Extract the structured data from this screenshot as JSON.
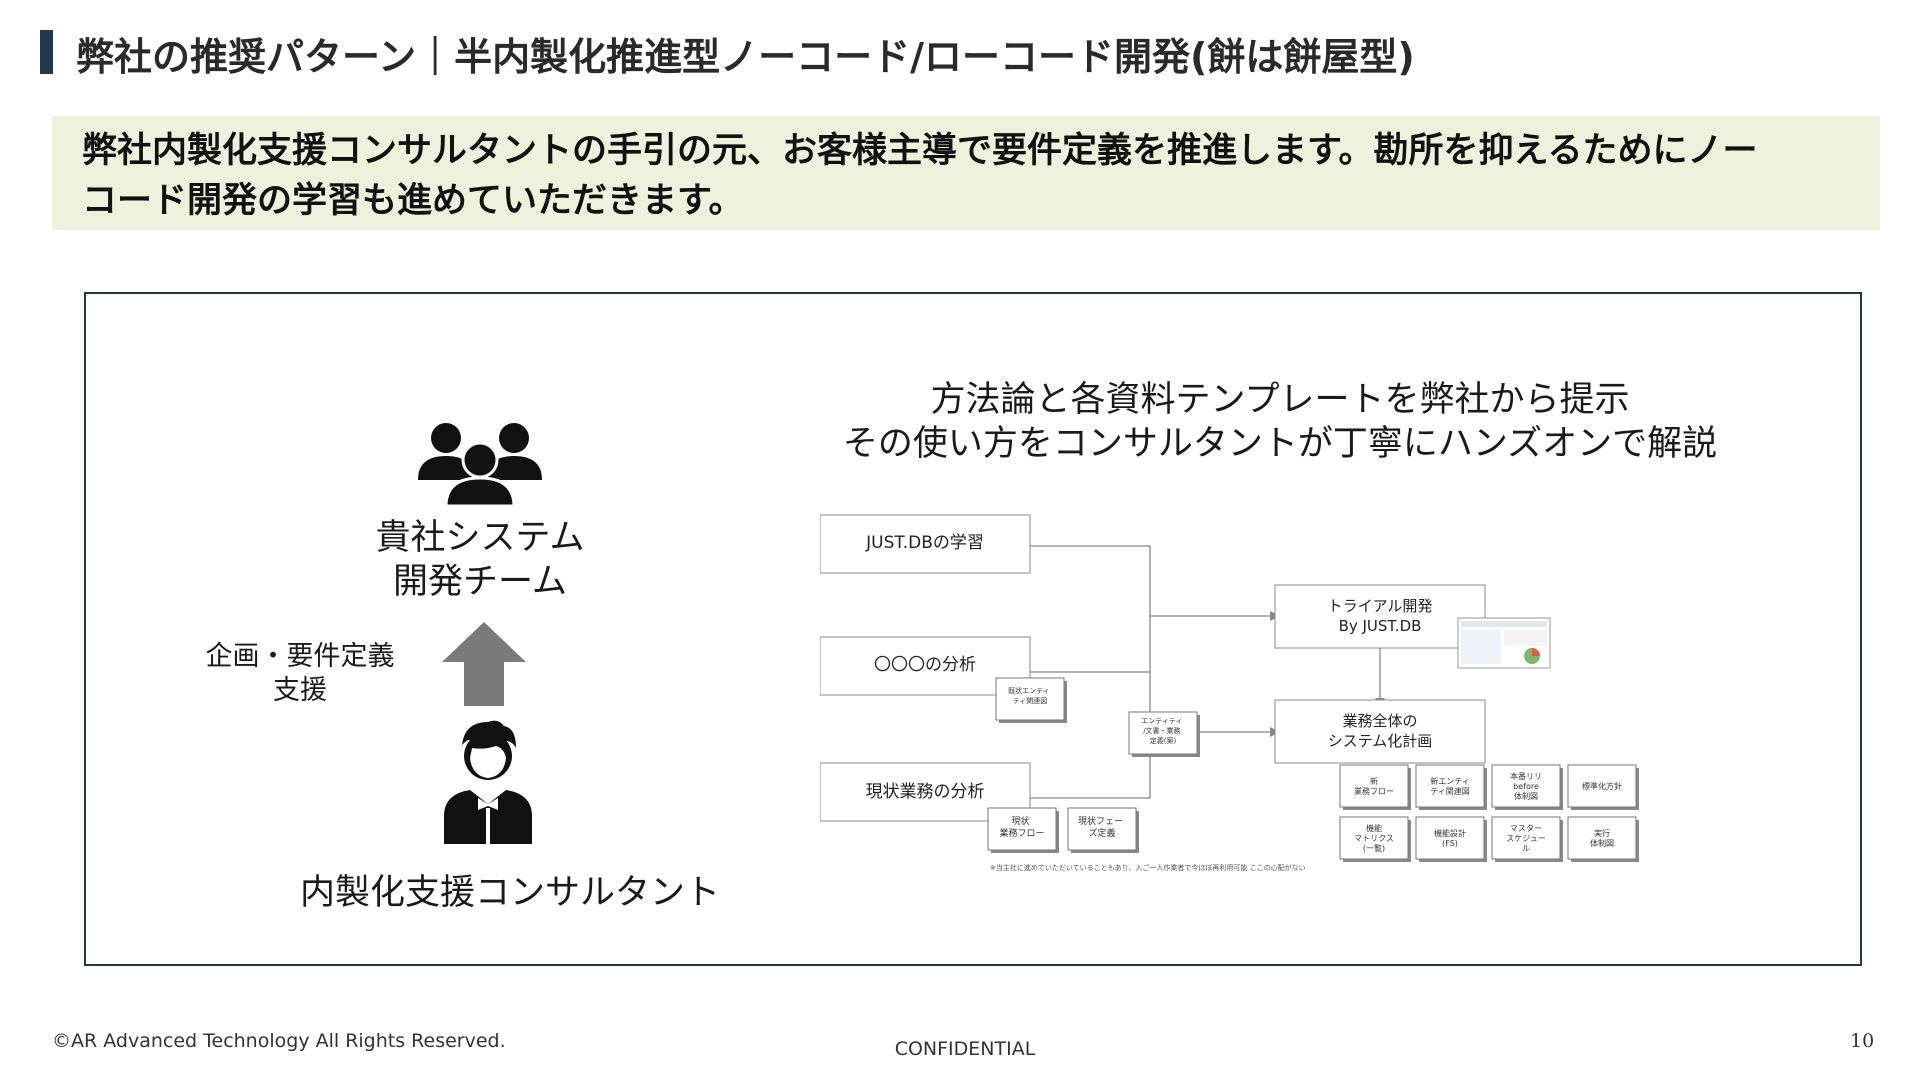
{
  "header": {
    "title": "弊社の推奨パターン｜半内製化推進型ノーコード/ローコード開発(餅は餅屋型)",
    "lead_line1": "弊社内製化支援コンサルタントの手引の元、お客様主導で要件定義を推進します。勘所を抑えるためにノー",
    "lead_line2": "コード開発の学習も進めていただきます。"
  },
  "left": {
    "team_icon": "people-group-icon",
    "team_line1": "貴社システム",
    "team_line2": "開発チーム",
    "arrow_icon": "arrow-up-icon",
    "support_line1": "企画・要件定義",
    "support_line2": "支援",
    "consultant_icon": "consultant-person-icon",
    "consultant_label": "内製化支援コンサルタント"
  },
  "right": {
    "heading_line1": "方法論と各資料テンプレートを弊社から提示",
    "heading_line2": "その使い方をコンサルタントが丁寧にハンズオンで解説"
  },
  "diagram": {
    "box_learning": "JUST.DBの学習",
    "box_analysis": "〇〇〇の分析",
    "box_current": "現状業務の分析",
    "box_trial_line1": "トライアル開発",
    "box_trial_line2": "By JUST.DB",
    "box_plan_line1": "業務全体の",
    "box_plan_line2": "システム化計画",
    "doc_entity": [
      "既状エンティ",
      "ティ関連図"
    ],
    "doc_entity_mid": [
      "エンティティ",
      "/文書・業務",
      "定義(案)"
    ],
    "doc_current": [
      [
        "現状",
        "業務フロー"
      ],
      [
        "現状フェー",
        "ズ定義"
      ]
    ],
    "doc_grid": [
      [
        "新",
        "業務フロー"
      ],
      [
        "新エンティ",
        "ティ関連図"
      ],
      [
        "本番リリ",
        "before",
        "体制図"
      ],
      [
        "標準化方針"
      ],
      [
        "機能",
        "マトリクス",
        "(一覧)"
      ],
      [
        "機能設計",
        "(FS)"
      ],
      [
        "マスター",
        "スケジュー",
        "ル"
      ],
      [
        "実行",
        "体制図"
      ]
    ],
    "footnote": "※当主社に進めていただいていることもあり、入ご一人作業者で今ほぼ再利用可能 ここの心配がない"
  },
  "footer": {
    "copyright": "©AR Advanced Technology All Rights Reserved.",
    "confidential": "CONFIDENTIAL",
    "page": "10"
  }
}
